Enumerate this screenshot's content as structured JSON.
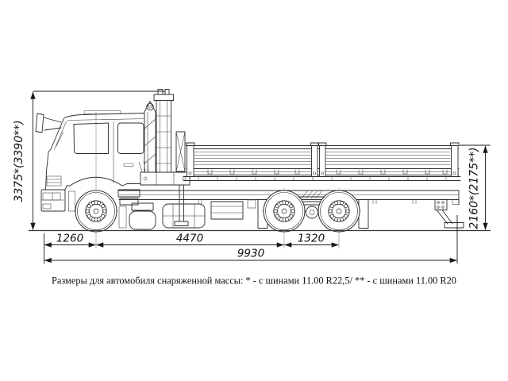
{
  "drawing": {
    "type": "truck-side-view-dimension-drawing",
    "dimensions": {
      "overall_height": "3375*(3390**)",
      "platform_height": "2160*(2175**)",
      "front_overhang": "1260",
      "wheelbase": "4470",
      "bogie_base": "1320",
      "overall_length": "9930"
    },
    "note": "Размеры для автомобиля снаряженной массы: * - с шинами 11.00 R22,5/ ** - с шинами 11.00 R20",
    "colors": {
      "line": "#2d2d2d",
      "dimension": "#1a1a1a",
      "background": "#ffffff"
    }
  }
}
